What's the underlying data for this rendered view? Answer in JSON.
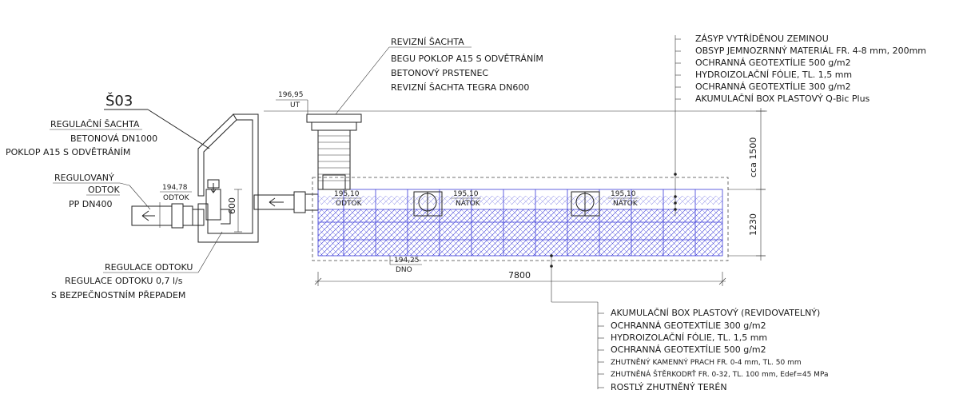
{
  "shaft_label": "Š03",
  "regulation_shaft": {
    "title": "REGULAČNÍ ŠACHTA",
    "lines": [
      "BETONOVÁ DN1000",
      "POKLOP A15 S ODVĚTRÁNÍM"
    ]
  },
  "regulated_outflow": {
    "title_1": "REGULOVANÝ",
    "title_2": "ODTOK",
    "pipe": "PP DN400"
  },
  "outflow_level": {
    "value": "194,78",
    "label": "ODTOK"
  },
  "regulator_height": "600",
  "flow_regulation": {
    "title": "REGULACE ODTOKU",
    "lines": [
      "REGULACE ODTOKU 0,7 l/s",
      "S BEZPEČNOSTNÍM PŘEPADEM"
    ]
  },
  "inspection_shaft": {
    "title": "REVIZNÍ ŠACHTA",
    "lines": [
      "BEGU POKLOP A15 S ODVĚTRÁNÍM",
      "BETONOVÝ PRSTENEC",
      "REVIZNÍ ŠACHTA TEGRA DN600"
    ]
  },
  "terrain_level": {
    "value": "196,95",
    "label": "UT"
  },
  "inflow_levels": [
    {
      "value": "195,10",
      "label": "ODTOK"
    },
    {
      "value": "195,10",
      "label": "NÁTOK"
    },
    {
      "value": "195,10",
      "label": "NÁTOK"
    }
  ],
  "bottom_level": {
    "value": "194,25",
    "label": "DNO"
  },
  "dimensions": {
    "length": "7800",
    "cover_depth": "cca 1500",
    "box_height": "1230"
  },
  "top_layers": [
    "ZÁSYP VYTŘÍDĚNOU ZEMINOU",
    "OBSYP JEMNOZRNNÝ MATERIÁL FR. 4-8 mm, 200mm",
    "OCHRANNÁ GEOTEXTÍLIE 500 g/m2",
    "HYDROIZOLAČNÍ FÓLIE, TL. 1,5 mm",
    "OCHRANNÁ GEOTEXTÍLIE 300 g/m2",
    "AKUMULAČNÍ BOX PLASTOVÝ Q-Bic Plus"
  ],
  "bottom_layers": [
    "AKUMULAČNÍ BOX PLASTOVÝ (REVIDOVATELNÝ)",
    "OCHRANNÁ GEOTEXTÍLIE 300 g/m2",
    "HYDROIZOLAČNÍ FÓLIE, TL. 1,5 mm",
    "OCHRANNÁ GEOTEXTÍLIE 500 g/m2",
    "ZHUTNĚNÝ KAMENNÝ PRACH FR. 0-4 mm, TL. 50 mm",
    "ZHUTNĚNÁ ŠTĚRKODRŤ FR. 0-32, TL. 100 mm, Edef=45 MPa",
    "ROSTLÝ ZHUTNĚNÝ TERÉN"
  ]
}
